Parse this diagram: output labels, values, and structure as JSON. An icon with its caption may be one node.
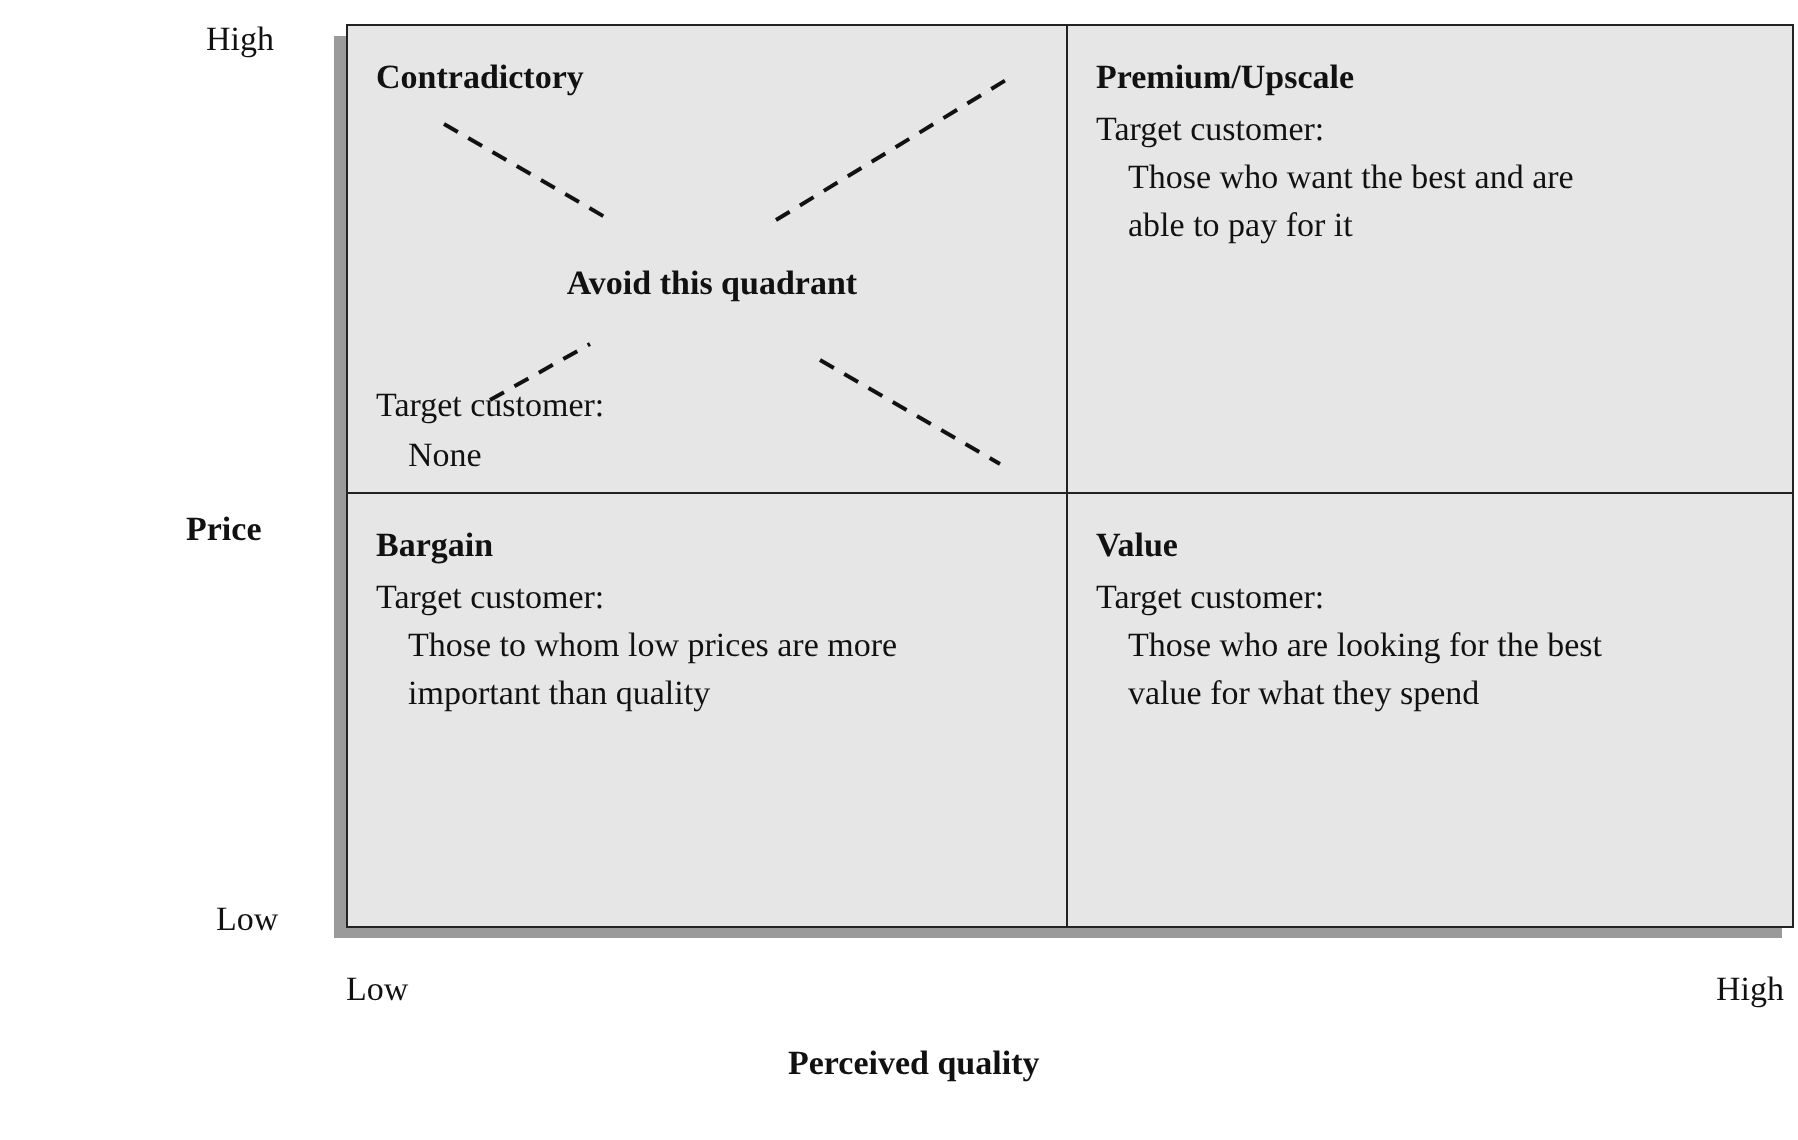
{
  "diagram": {
    "nodes": [
      {
        "text": [
          "Contradictory",
          "Avoid this quadrant",
          "Target customer:",
          "None"
        ]
      },
      {
        "text": [
          "Premium/Upscale",
          "Target customer:",
          "Those who want the best and are able to pay for it"
        ]
      },
      {
        "text": [
          "Bargain",
          "Target customer:",
          "Those to whom low prices are more important than quality"
        ]
      },
      {
        "text": [
          "Value",
          "Target customer:",
          "Those who are looking for the best value for what they spend"
        ]
      }
    ],
    "labels": [
      "High",
      "Price",
      "Low",
      "Low",
      "High",
      "Perceived quality"
    ]
  }
}
